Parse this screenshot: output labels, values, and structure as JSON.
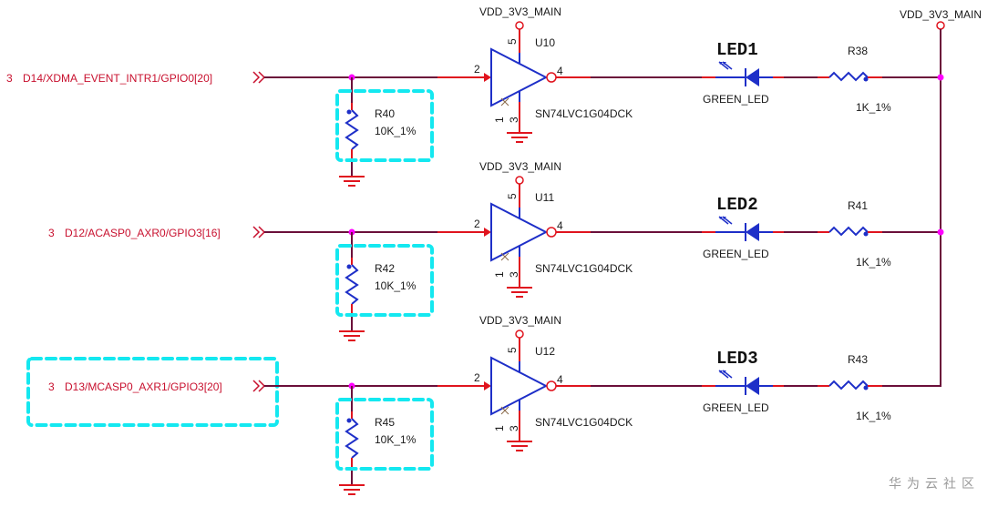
{
  "diagram": {
    "colors": {
      "wire": "#6b0f3a",
      "pin": "#e0141e",
      "component": "#1e2fc8",
      "junction": "#ff00ff",
      "highlight": "#14e8f0",
      "net_label": "#c8102e"
    },
    "power_net": "VDD_3V3_MAIN",
    "channels": [
      {
        "port_sheet": "3",
        "port_net": "D14/XDMA_EVENT_INTR1/GPIO0[20]",
        "port_highlighted": false,
        "pulldown": {
          "ref": "R40",
          "value": "10K_1%"
        },
        "buffer": {
          "ref": "U10",
          "part": "SN74LVC1G04DCK",
          "power_net": "VDD_3V3_MAIN",
          "pins": {
            "in": "2",
            "out": "4",
            "vcc": "5",
            "gnd": "3",
            "nc": "1"
          }
        },
        "led": {
          "ref": "LED1",
          "type": "GREEN_LED"
        },
        "resistor": {
          "ref": "R38",
          "value": "1K_1%"
        }
      },
      {
        "port_sheet": "3",
        "port_net": "D12/ACASP0_AXR0/GPIO3[16]",
        "port_highlighted": false,
        "pulldown": {
          "ref": "R42",
          "value": "10K_1%"
        },
        "buffer": {
          "ref": "U11",
          "part": "SN74LVC1G04DCK",
          "power_net": "VDD_3V3_MAIN",
          "pins": {
            "in": "2",
            "out": "4",
            "vcc": "5",
            "gnd": "3",
            "nc": "1"
          }
        },
        "led": {
          "ref": "LED2",
          "type": "GREEN_LED"
        },
        "resistor": {
          "ref": "R41",
          "value": "1K_1%"
        }
      },
      {
        "port_sheet": "3",
        "port_net": "D13/MCASP0_AXR1/GPIO3[20]",
        "port_highlighted": true,
        "pulldown": {
          "ref": "R45",
          "value": "10K_1%"
        },
        "buffer": {
          "ref": "U12",
          "part": "SN74LVC1G04DCK",
          "power_net": "VDD_3V3_MAIN",
          "pins": {
            "in": "2",
            "out": "4",
            "vcc": "5",
            "gnd": "3",
            "nc": "1"
          }
        },
        "led": {
          "ref": "LED3",
          "type": "GREEN_LED"
        },
        "resistor": {
          "ref": "R43",
          "value": "1K_1%"
        }
      }
    ]
  },
  "watermark": "华为云社区"
}
